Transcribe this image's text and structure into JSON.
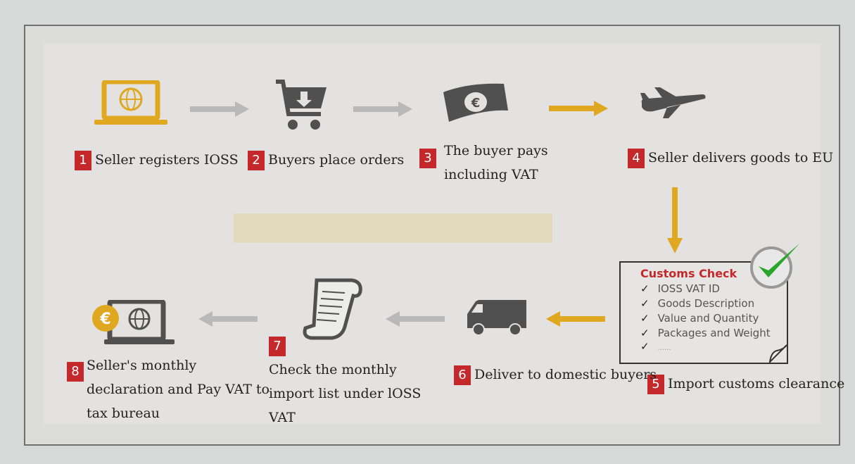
{
  "steps": [
    {
      "num": "1",
      "text": "Seller registers IOSS"
    },
    {
      "num": "2",
      "text": "Buyers place orders"
    },
    {
      "num": "3",
      "text": "The buyer pays including VAT"
    },
    {
      "num": "4",
      "text": "Seller delivers goods to EU"
    },
    {
      "num": "5",
      "text": "Import customs clearance"
    },
    {
      "num": "6",
      "text": "Deliver to domestic buyers"
    },
    {
      "num": "7",
      "text": "Check the monthly import list under lOSS VAT"
    },
    {
      "num": "8",
      "text": "Seller's monthly declaration and Pay VAT to tax bureau"
    }
  ],
  "customs_check": {
    "title": "Customs Check",
    "items": [
      "IOSS VAT ID",
      "Goods Description",
      "Value and Quantity",
      "Packages and Weight",
      "......"
    ],
    "check_mark": "✓"
  },
  "colors": {
    "accent_gold": "#e0a820",
    "badge_red": "#c4282b",
    "arrow_gray": "#b9b9b9",
    "icon_gray": "#505050",
    "check_green": "#2aa52a"
  }
}
